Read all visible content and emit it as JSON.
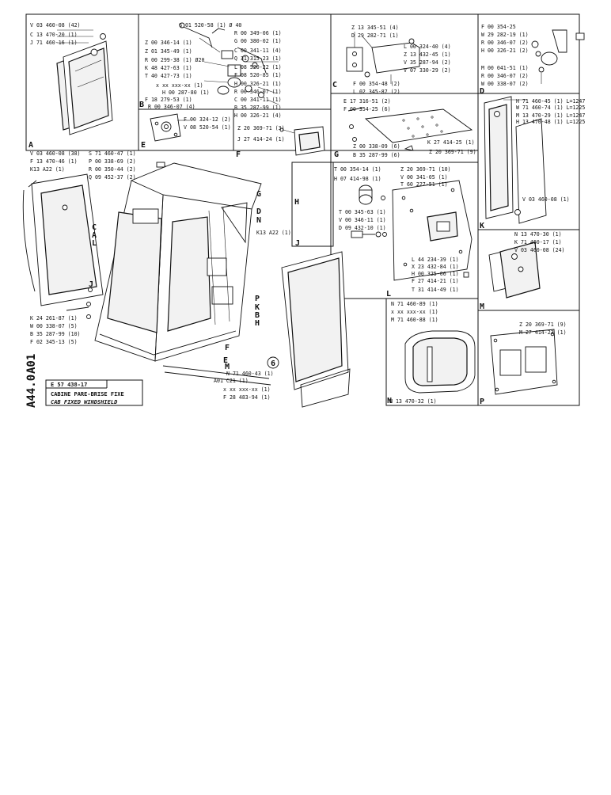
{
  "sheet": {
    "left_codes": [
      "A01",
      "A44.0"
    ],
    "title_box": {
      "ref": "E 57 438-17",
      "fr": "CABINE PARE-BRISE FIXE",
      "en": "CAB FIXED WINDSHIELD"
    }
  },
  "panels": {
    "A": {
      "letter": "A",
      "parts": [
        "V 03 460-08 (42)",
        "C 13 470-20 (1)",
        "J 71 460-16 (1)"
      ]
    },
    "B": {
      "letter": "B",
      "parts": [
        "G 01 520-58 (1) Ø 40",
        "Z 00 346-14 (1)",
        "Z 01 345-49 (1)",
        "R 00 299-38 (1) Ø20",
        "K 48 427-63 (1)",
        "T 40 427-73 (1)",
        "x xx xxx-xx (1)",
        "H 00 287-80 (1)",
        "F 18 279-53 (1)",
        "R 00 346-07 (4)",
        "R 00 349-06 (1)",
        "G 00 380-02 (1)",
        "C 00 341-11 (4)",
        "Q 31 315-23 (1)",
        "L 08 520-22 (1)",
        "F 08 520-85 (1)",
        "H 00 326-21 (1)",
        "R 00 346-07 (1)",
        "C 00 341-11 (1)",
        "B 35 287-99 (1)",
        "H 00 326-21 (4)"
      ]
    },
    "C": {
      "letter": "C",
      "parts": [
        "Z 13 345-51 (4)",
        "D 29 282-71 (1)",
        "L 00 324-40 (4)",
        "Z 13 432-45 (1)",
        "V 35 287-94 (2)",
        "V 07 330-29 (2)",
        "F 00 354-48 (2)",
        "L 02 345-87 (2)"
      ]
    },
    "D": {
      "letter": "D",
      "parts": [
        "F 00 354-25",
        "W 29 282-19 (1)",
        "R 00 346-07 (2)",
        "H 00 326-21 (2)",
        "M 00 041-51 (1)",
        "R 00 346-07 (2)",
        "W 00 338-07 (2)"
      ]
    },
    "E": {
      "letter": "E",
      "parts": [
        "F 00 324-12 (2)",
        "V 08 520-54 (1)"
      ]
    },
    "F": {
      "letter": "F",
      "parts": [
        "Z 20 369-71 (3)",
        "J 27 414-24 (1)"
      ]
    },
    "G": {
      "letter": "G",
      "parts": [
        "E 17 316-51 (2)",
        "F 00 354-25 (6)",
        "K 27 414-25 (1)",
        "Z 00 338-09 (6)",
        "Z 20 369-71 (9)",
        "B 35 287-99 (6)"
      ]
    },
    "H": {
      "letter": "H",
      "parts": [
        "T 00 354-14 (1)",
        "H 07 414-98 (1)"
      ]
    },
    "J": {
      "letter": "J",
      "parts": [
        "T 00 345-63 (1)",
        "V 00 346-11 (1)",
        "D 09 432-10 (1)"
      ]
    },
    "K": {
      "letter": "K",
      "parts": [
        "H 71 460-45 (1) L=1247",
        "W 71 460-74 (1) L=1225",
        "M 13 470-29 (1) L=1247",
        "H 13 470-48 (1) L=1225",
        "V 03 460-08 (1)"
      ]
    },
    "L": {
      "letter": "L",
      "parts": [
        "Z 20 369-71 (10)",
        "V 00 341-05 (1)",
        "T 60 227-51 (1)",
        "L 44 234-39 (1)",
        "X 23 432-84 (1)",
        "H 00 325-06 (1)",
        "F 27 414-21 (1)",
        "T 31 414-49 (1)"
      ]
    },
    "M": {
      "letter": "M",
      "parts": [
        "N 13 470-30 (1)",
        "K 71 460-17 (1)",
        "V 03 460-08 (24)"
      ]
    },
    "N": {
      "letter": "N",
      "parts": [
        "N 71 460-89 (1)",
        "x xx xxx-xx (1)",
        "M 71 460-88 (1)",
        "N 13 470-32 (1)"
      ]
    },
    "P": {
      "letter": "P",
      "parts": [
        "Z 20 369-71 (9)",
        "M 27 414-23 (1)"
      ]
    }
  },
  "main_view": {
    "left_parts": [
      "V 03 460-08 (38)",
      "F 13 470-46 (1)",
      "K13 A22 (1)",
      "K 24 261-87 (1)",
      "W 00 338-07 (5)",
      "B 35 287-99 (10)",
      "F 02 345-13 (5)"
    ],
    "top_parts": [
      "S 71 460-47 (1)",
      "P 00 338-69 (2)",
      "R 00 350-44 (2)",
      "Q 09 452-37 (2)"
    ],
    "right_parts": [
      "K13 A22 (1)",
      "N 71 460-43 (1)",
      "A01 C21 (1)",
      "x xx xxx-xx (1)",
      "F 28 483-94 (1)"
    ],
    "callouts": [
      "G",
      "D",
      "N",
      "C",
      "A",
      "L",
      "J",
      "P",
      "K",
      "B",
      "H",
      "F",
      "E",
      "M"
    ],
    "circle_label": "6"
  }
}
